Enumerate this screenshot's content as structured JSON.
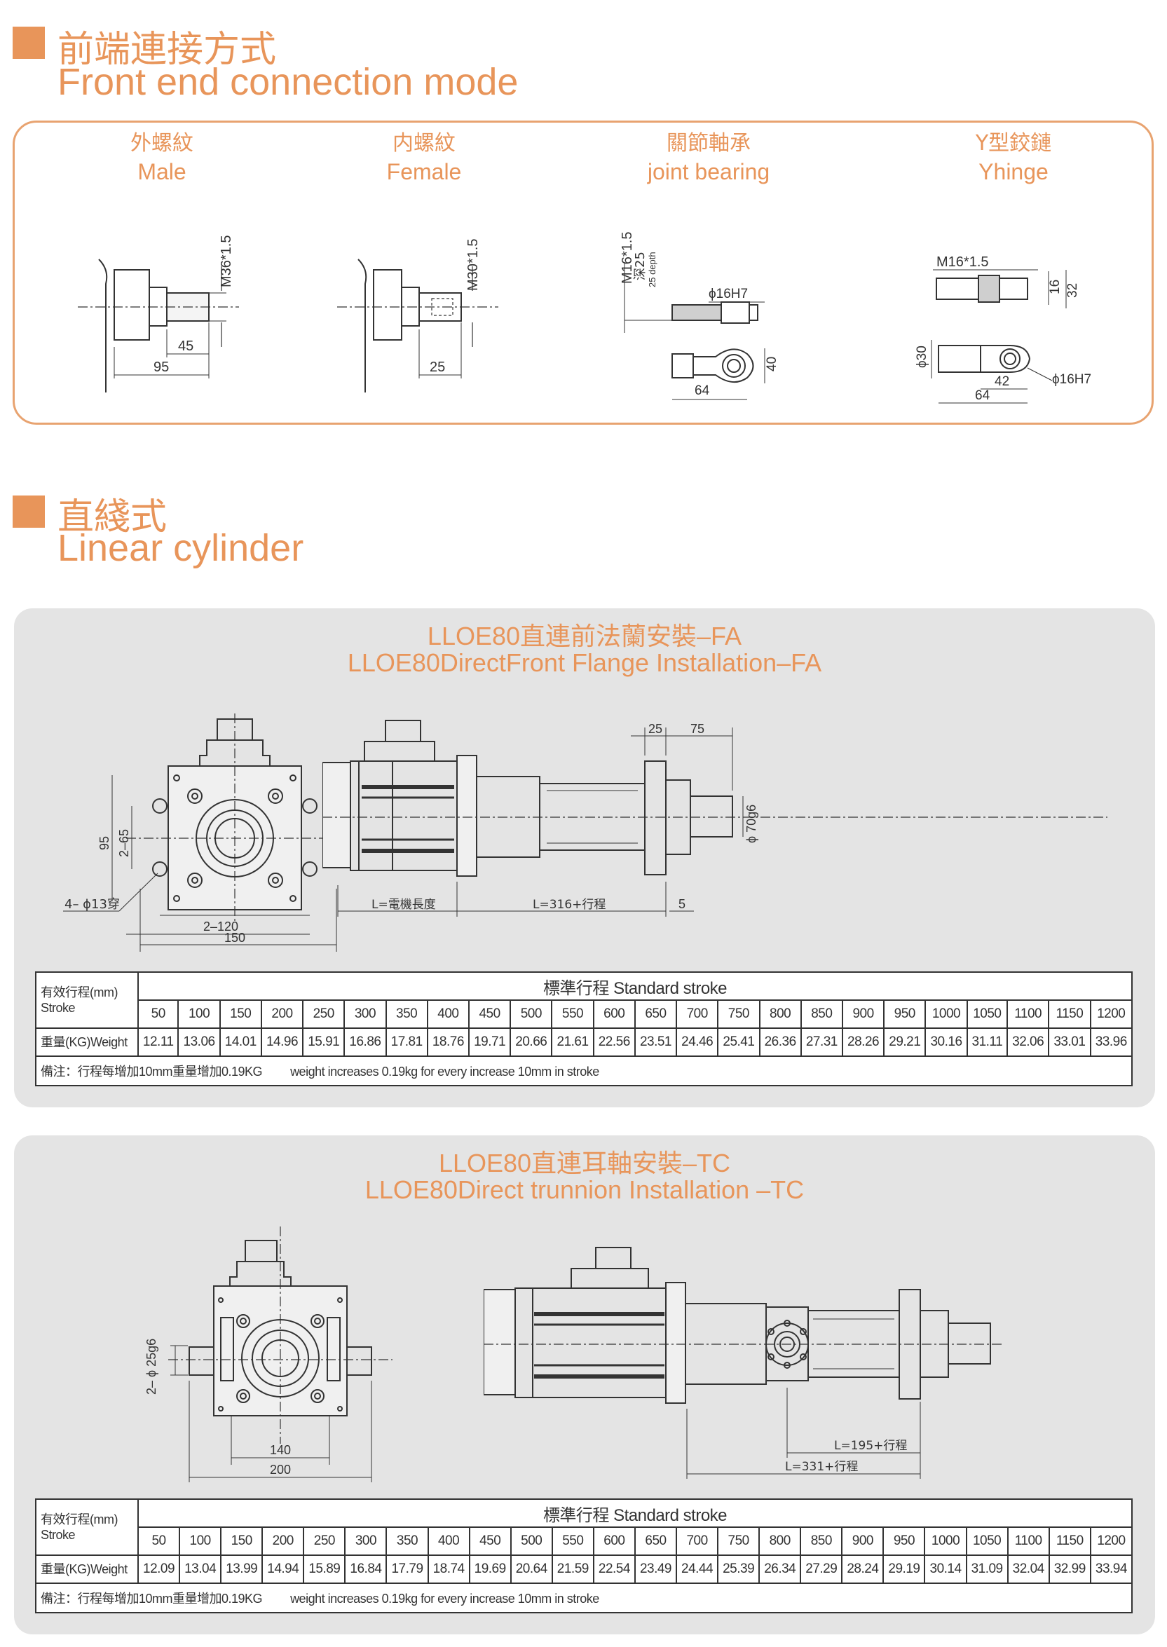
{
  "section_front": {
    "cn": "前端連接方式",
    "en": "Front end connection mode"
  },
  "connections": [
    {
      "cn": "外螺紋",
      "en": "Male",
      "dims": {
        "thread": "M36*1.5",
        "a": "45",
        "b": "95"
      }
    },
    {
      "cn": "内螺紋",
      "en": "Female",
      "dims": {
        "thread": "M30*1.5",
        "a": "25"
      }
    },
    {
      "cn": "關節軸承",
      "en": "joint bearing",
      "dims": {
        "thread": "M16*1.5",
        "depth_cn": "深25",
        "depth_en": "25 depth",
        "bore": "ϕ16H7",
        "h": "40",
        "w": "64"
      }
    },
    {
      "cn": "Y型鉸鏈",
      "en": "Yhinge",
      "dims": {
        "thread": "M16*1.5",
        "a": "16",
        "b": "32",
        "dia": "ϕ30",
        "bore": "ϕ16H7",
        "c": "42",
        "w": "64"
      }
    }
  ],
  "section_linear": {
    "cn": "直綫式",
    "en": "Linear cylinder"
  },
  "panels": [
    {
      "title_cn": "LLOE80直連前法蘭安裝–FA",
      "title_en": "LLOE80DirectFront Flange Installation–FA",
      "dims": {
        "d95": "95",
        "d265": "2–65",
        "holes": "4– ϕ13穿",
        "d2120": "2–120",
        "d150": "150",
        "d25": "25",
        "d75": "75",
        "rod": "ϕ 70g6",
        "lmotor": "L=電機長度",
        "lstroke": "L=316+行程",
        "d5": "5"
      },
      "table": {
        "label_stroke_cn": "有效行程(mm)",
        "label_stroke_en": "Stroke",
        "header": "標準行程   Standard stroke",
        "label_weight": "重量(KG)Weight",
        "strokes": [
          "50",
          "100",
          "150",
          "200",
          "250",
          "300",
          "350",
          "400",
          "450",
          "500",
          "550",
          "600",
          "650",
          "700",
          "750",
          "800",
          "850",
          "900",
          "950",
          "1000",
          "1050",
          "1100",
          "1150",
          "1200"
        ],
        "weights": [
          "12.11",
          "13.06",
          "14.01",
          "14.96",
          "15.91",
          "16.86",
          "17.81",
          "18.76",
          "19.71",
          "20.66",
          "21.61",
          "22.56",
          "23.51",
          "24.46",
          "25.41",
          "26.36",
          "27.31",
          "28.26",
          "29.21",
          "30.16",
          "31.11",
          "32.06",
          "33.01",
          "33.96"
        ],
        "note_cn": "備注：行程每增加10mm重量增加0.19KG",
        "note_en": "weight increases 0.19kg for every increase 10mm in stroke"
      }
    },
    {
      "title_cn": "LLOE80直連耳軸安裝–TC",
      "title_en": "LLOE80Direct trunnion Installation –TC",
      "dims": {
        "pin": "2– ϕ 25g6",
        "d140": "140",
        "d200": "200",
        "l195": "L=195+行程",
        "l331": "L=331+行程"
      },
      "table": {
        "label_stroke_cn": "有效行程(mm)",
        "label_stroke_en": "Stroke",
        "header": "標準行程   Standard stroke",
        "label_weight": "重量(KG)Weight",
        "strokes": [
          "50",
          "100",
          "150",
          "200",
          "250",
          "300",
          "350",
          "400",
          "450",
          "500",
          "550",
          "600",
          "650",
          "700",
          "750",
          "800",
          "850",
          "900",
          "950",
          "1000",
          "1050",
          "1100",
          "1150",
          "1200"
        ],
        "weights": [
          "12.09",
          "13.04",
          "13.99",
          "14.94",
          "15.89",
          "16.84",
          "17.79",
          "18.74",
          "19.69",
          "20.64",
          "21.59",
          "22.54",
          "23.49",
          "24.44",
          "25.39",
          "26.34",
          "27.29",
          "28.24",
          "29.19",
          "30.14",
          "31.09",
          "32.04",
          "32.99",
          "33.94"
        ],
        "note_cn": "備注：行程每增加10mm重量增加0.19KG",
        "note_en": "weight increases 0.19kg for every increase 10mm in stroke"
      }
    }
  ],
  "colors": {
    "accent": "#e8955a",
    "panel": "#e4e4e4",
    "line": "#333333"
  }
}
